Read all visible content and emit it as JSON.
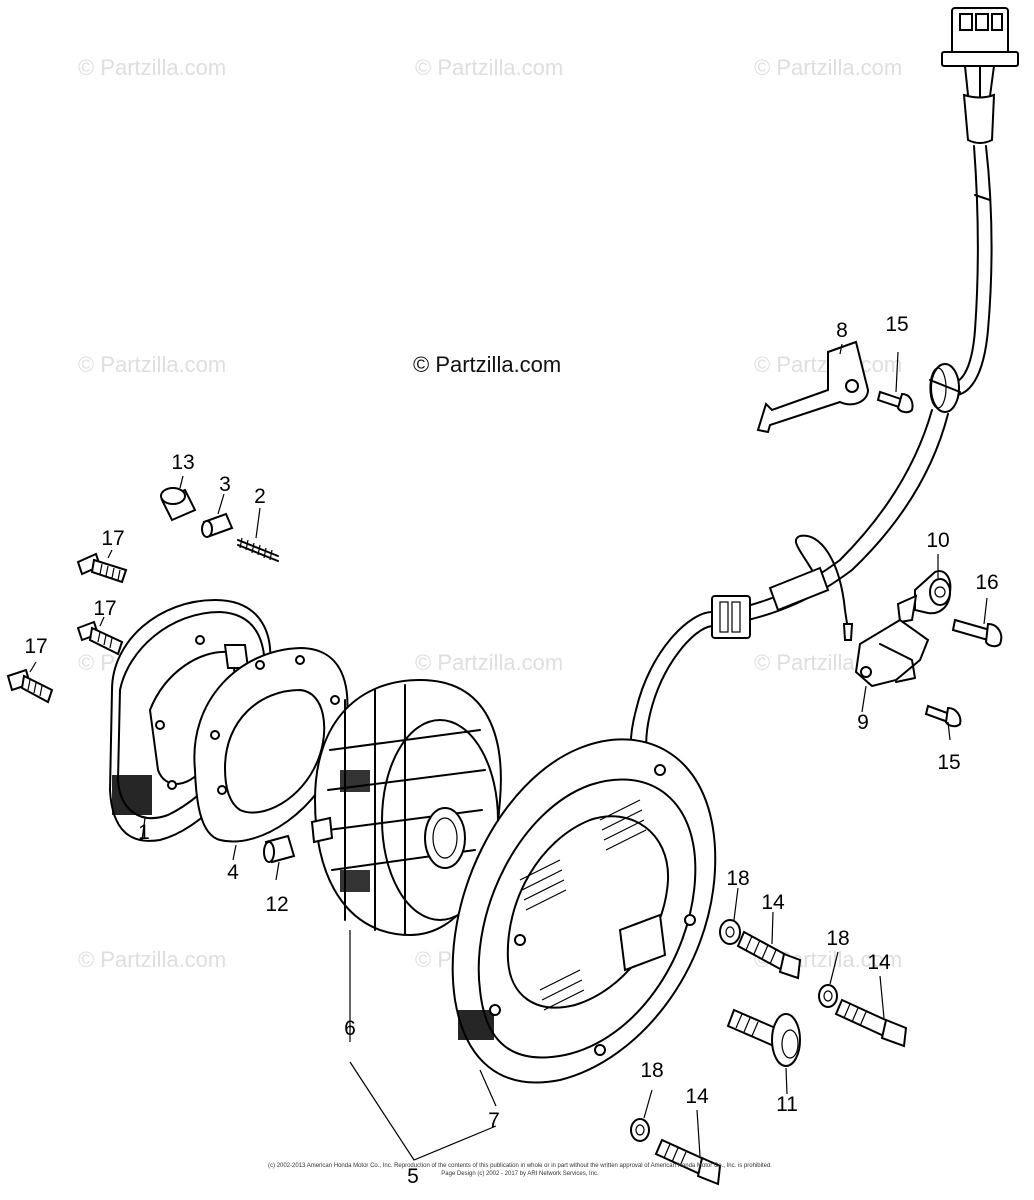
{
  "watermark": {
    "center_text": "© Partzilla.com",
    "tile_text": "© Partzilla.com"
  },
  "callouts": {
    "c1": "1",
    "c2": "2",
    "c3": "3",
    "c4": "4",
    "c5": "5",
    "c6": "6",
    "c7": "7",
    "c8": "8",
    "c9": "9",
    "c10": "10",
    "c11": "11",
    "c12": "12",
    "c13": "13",
    "c14a": "14",
    "c14b": "14",
    "c14c": "14",
    "c15a": "15",
    "c15b": "15",
    "c16": "16",
    "c17a": "17",
    "c17b": "17",
    "c17c": "17",
    "c18a": "18",
    "c18b": "18",
    "c18c": "18"
  },
  "copyright": {
    "line1": "(c) 2002-2013 American Honda Motor Co., Inc. Reproduction of the contents of this publication in whole or in part without the written approval of American Honda Motor Co., Inc. is prohibited.",
    "line2": "Page Design (c) 2002 - 2017 by ARI Network Services, Inc."
  },
  "colors": {
    "line": "#000000",
    "watermark": "#dedede",
    "background": "#ffffff"
  }
}
